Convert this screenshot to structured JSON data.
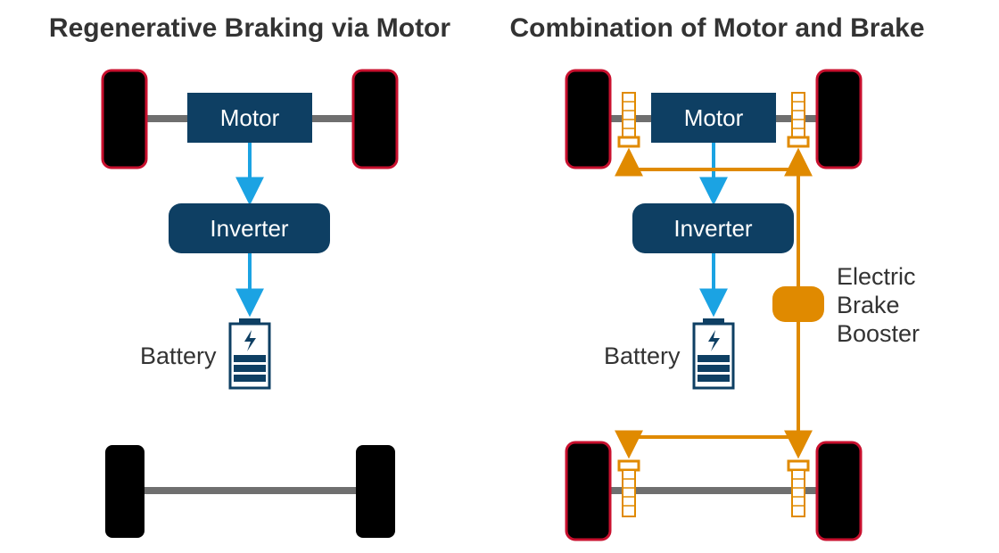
{
  "titles": {
    "left": "Regenerative Braking via Motor",
    "right": "Combination of Motor and Brake"
  },
  "left_diagram": {
    "motor_label": "Motor",
    "inverter_label": "Inverter",
    "battery_label": "Battery"
  },
  "right_diagram": {
    "motor_label": "Motor",
    "inverter_label": "Inverter",
    "battery_label": "Battery",
    "booster_label_lines": [
      "Electric",
      "Brake",
      "Booster"
    ]
  },
  "colors": {
    "title_text": "#333333",
    "box_fill": "#0e3f63",
    "axle": "#6f6f6f",
    "wheel_fill": "#000000",
    "wheel_outline": "#c8102e",
    "energy_arrow": "#1ba3e3",
    "brake_line": "#e08a00",
    "battery_outline": "#0e3f63",
    "booster_fill": "#e08a00"
  },
  "icons": {
    "battery": "battery-charging-icon",
    "brake_actuator": "brake-caliper-icon",
    "booster": "brake-booster-icon"
  }
}
